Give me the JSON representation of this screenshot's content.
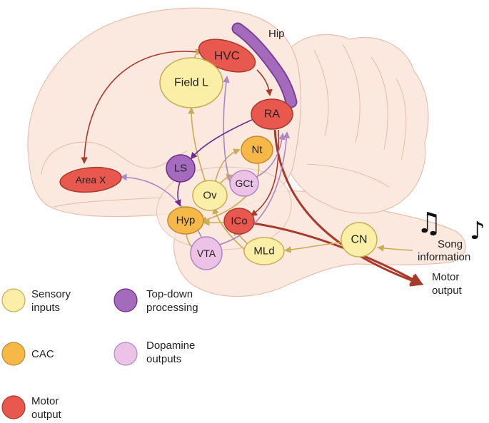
{
  "colors": {
    "sensory": "#fbeea6",
    "cac": "#f7b84a",
    "motor": "#e9584e",
    "topdown": "#a46bbd",
    "dopamine": "#ecc3e6",
    "brain": "#fbe8df",
    "brain_outline": "#e8bfae",
    "arrow_motor": "#a83a2c",
    "arrow_sensory": "#c9ad52",
    "arrow_dopamine": "#ad86c4",
    "arrow_topdown": "#6f2b8c"
  },
  "nodes": {
    "hvc": "HVC",
    "field_l": "Field L",
    "ra": "RA",
    "nt": "Nt",
    "ls": "LS",
    "area_x": "Area X",
    "ov": "Ov",
    "gct": "GCt",
    "hyp": "Hyp",
    "ico": "ICo",
    "vta": "VTA",
    "mld": "MLd",
    "cn": "CN",
    "hip": "Hip"
  },
  "annotations": {
    "song_info_line1": "Song",
    "song_info_line2": "information",
    "motor_output_line1": "Motor",
    "motor_output_line2": "output",
    "music_note_icon": "music-note-icon"
  },
  "legend": [
    {
      "line1": "Sensory",
      "line2": "inputs",
      "color": "#fbeea6"
    },
    {
      "line1": "Top-down",
      "line2": "processing",
      "color": "#a46bbd"
    },
    {
      "line1": "CAC",
      "line2": "",
      "color": "#f7b84a"
    },
    {
      "line1": "Dopamine",
      "line2": "outputs",
      "color": "#ecc3e6"
    },
    {
      "line1": "Motor",
      "line2": "output",
      "color": "#e9584e"
    }
  ]
}
